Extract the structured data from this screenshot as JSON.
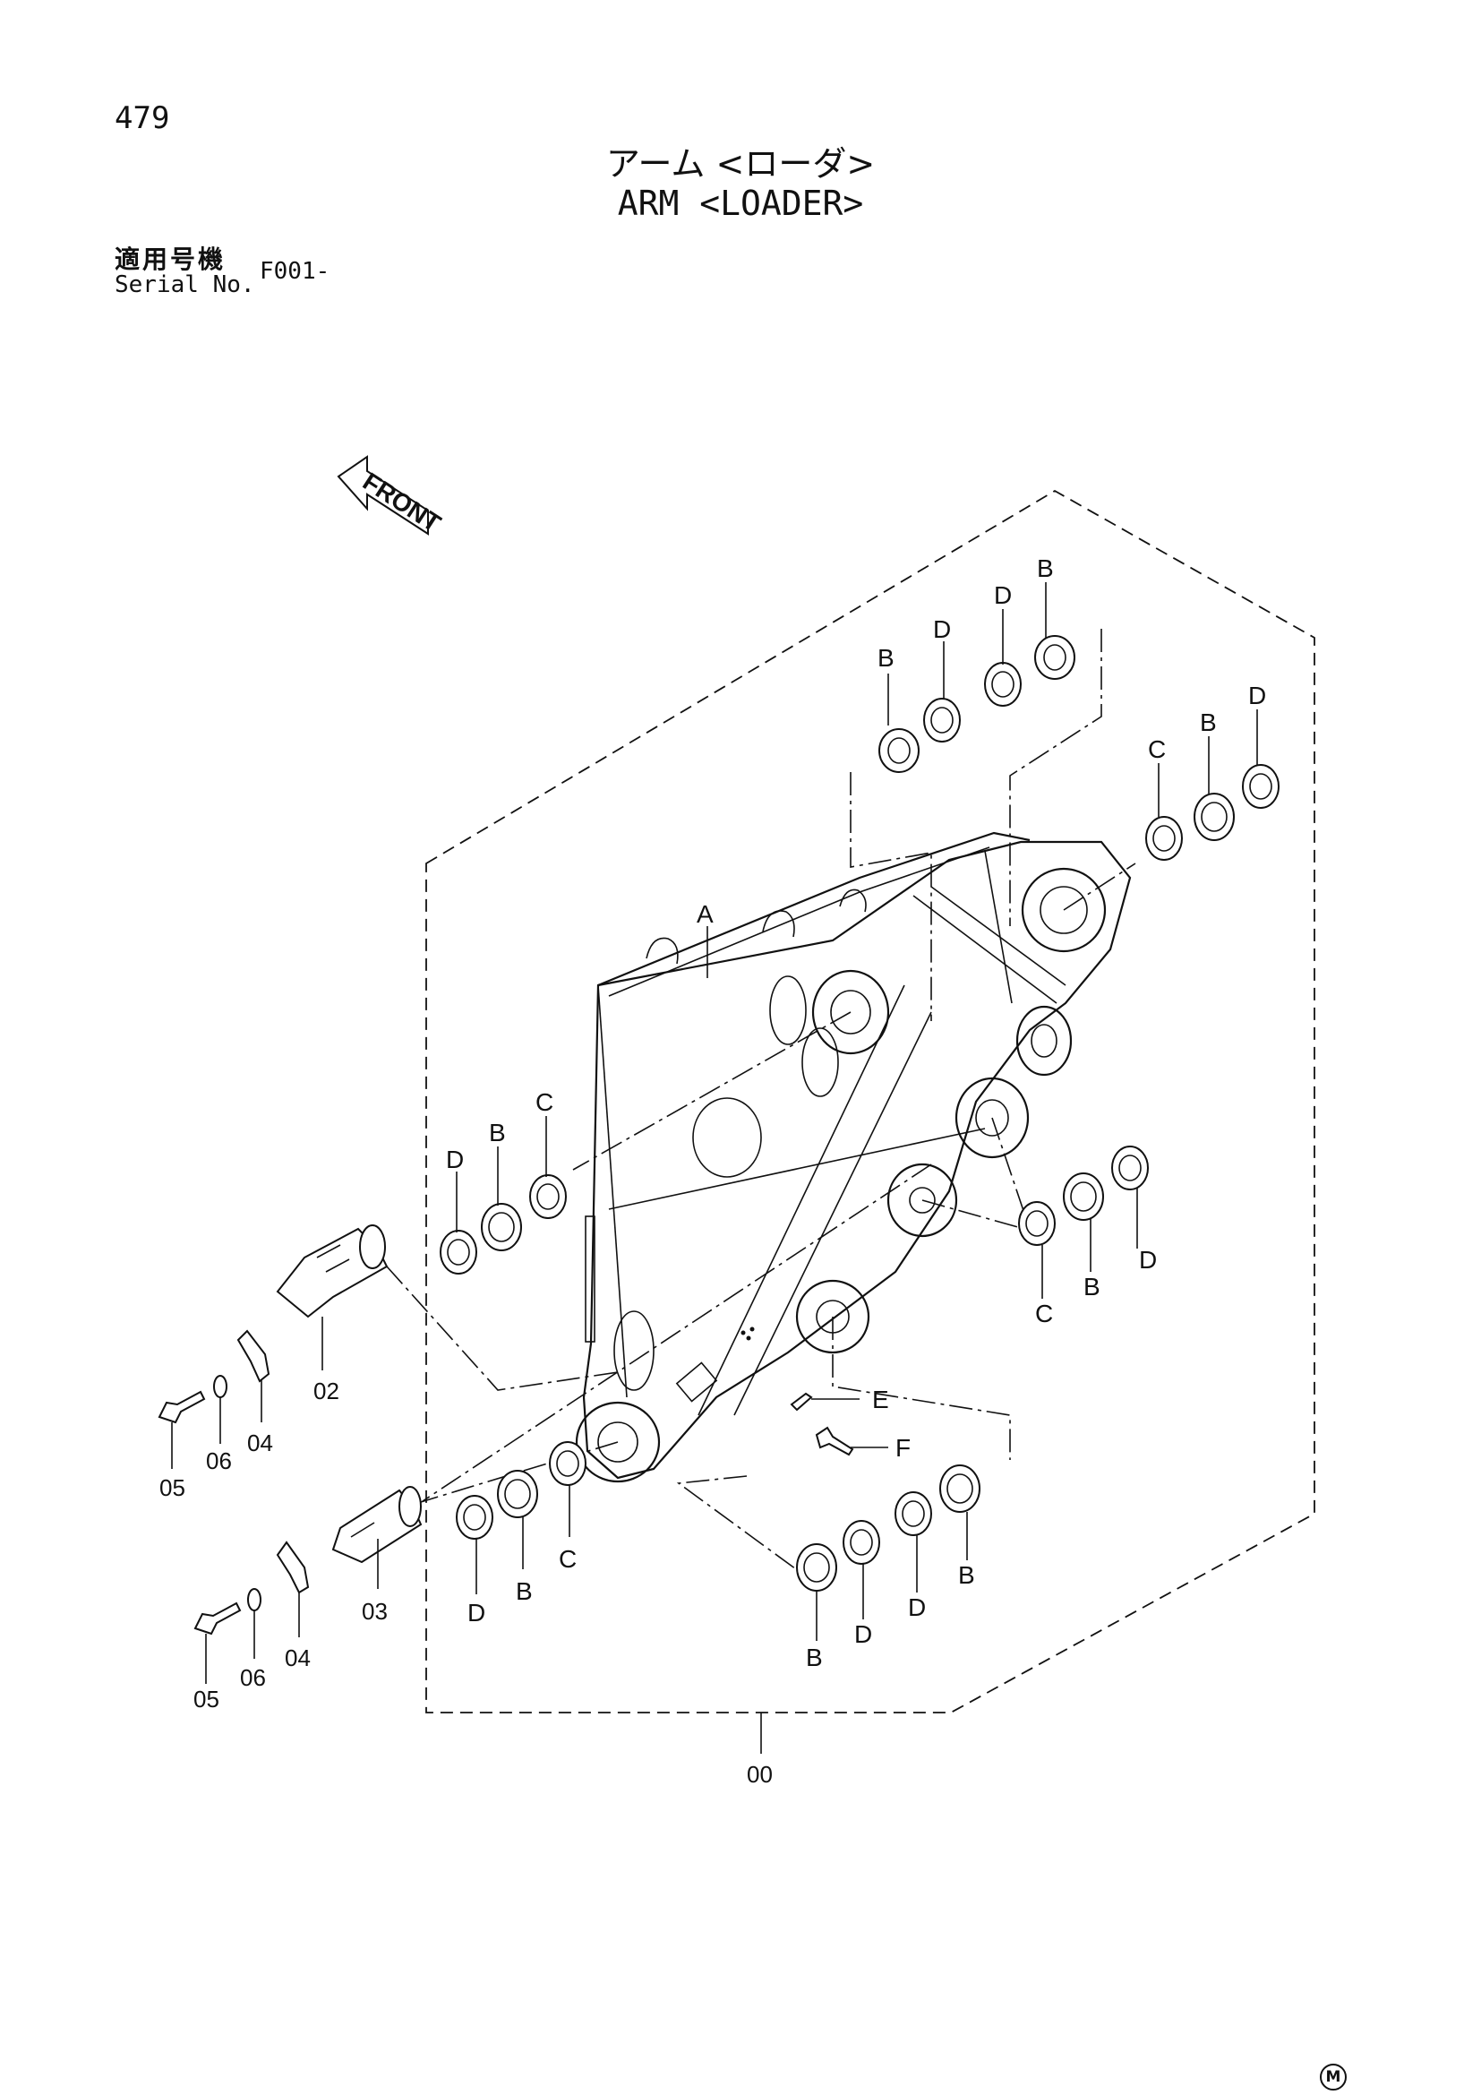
{
  "page": {
    "number": "479"
  },
  "title": {
    "jp": "アーム <ローダ>",
    "en": "ARM <LOADER>"
  },
  "serial": {
    "label_jp": "適用号機",
    "label_en": "Serial No.",
    "value": "F001-"
  },
  "direction_arrow": {
    "label": "FRONT",
    "icon": "front-arrow-icon"
  },
  "assembly_label": "00",
  "callouts": {
    "a": "A",
    "b": "B",
    "c": "C",
    "d": "D",
    "e": "E",
    "f": "F"
  },
  "part_numbers": {
    "p00": "00",
    "p02": "02",
    "p03": "03",
    "p04": "04",
    "p05": "05",
    "p06": "06"
  },
  "footer_mark": "M"
}
